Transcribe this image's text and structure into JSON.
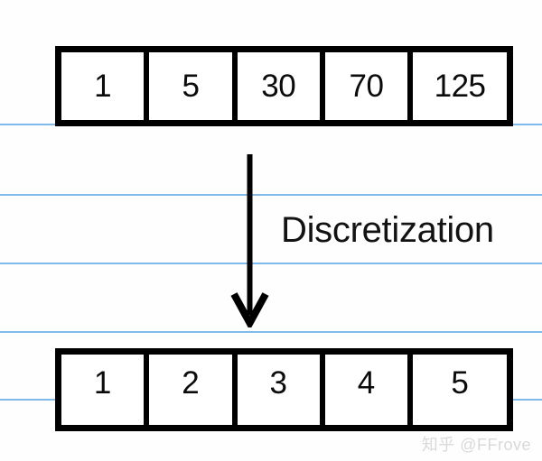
{
  "diagram": {
    "title": "Discretization",
    "background_color": "#fefeff",
    "rule_line_color": "#6aaee8",
    "box_stroke_color": "#000000",
    "text_color": "#0b0b0b",
    "rule_lines_y": [
      138,
      216,
      292,
      368,
      443
    ],
    "arrow": {
      "name": "downward-arrow",
      "direction": "down",
      "color": "#000000"
    },
    "label": {
      "text": "Discretization"
    },
    "arrays": [
      {
        "name": "original-values-array",
        "position": "top",
        "cells": [
          "1",
          "5",
          "30",
          "70",
          "125"
        ]
      },
      {
        "name": "discretized-ranks-array",
        "position": "bottom",
        "cells": [
          "1",
          "2",
          "3",
          "4",
          "5"
        ]
      }
    ],
    "watermark": {
      "text": "知乎 @FFrove",
      "color": "#d9d9d9"
    }
  }
}
